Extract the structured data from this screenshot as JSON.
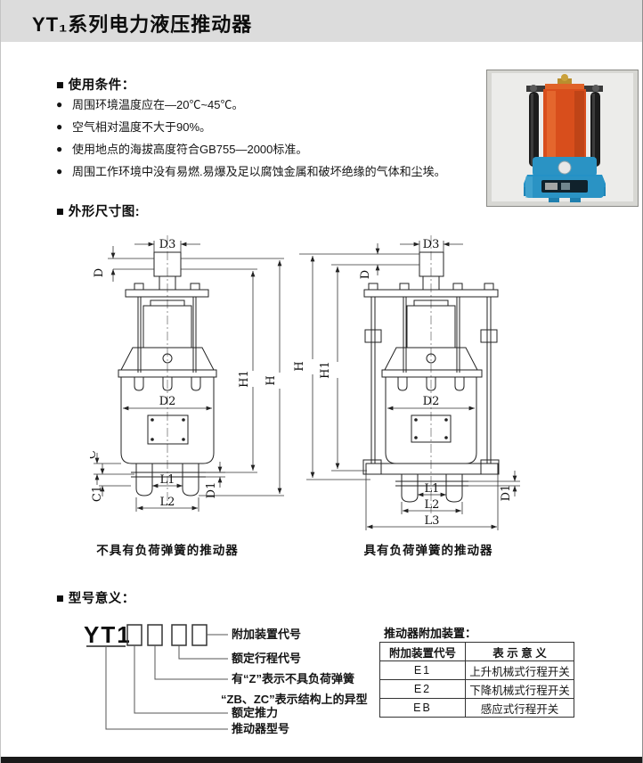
{
  "colors": {
    "header_band": "#dcdcdc",
    "footer_bar": "#1a1a1a",
    "drawing_line": "#222222",
    "product_blue": "#2a93c4",
    "product_orange": "#d84e1c"
  },
  "header": {
    "title": "YT₁系列电力液压推动器"
  },
  "usage": {
    "heading": "■ 使用条件：",
    "bullet_glyph": "●",
    "items": [
      "周围环境温度应在—20℃~45℃。",
      "空气相对温度不大于90%。",
      "使用地点的海拔高度符合GB755—2000标准。",
      "周围工作环境中没有易燃.易爆及足以腐蚀金属和破坏绝缘的气体和尘埃。"
    ]
  },
  "dimension_section": {
    "heading": "■ 外形尺寸图:",
    "figures": [
      {
        "caption": "不具有负荷弹簧的推动器",
        "labels": {
          "d3": "D3",
          "d": "D",
          "d2": "D2",
          "l1": "L1",
          "l2": "L2",
          "c": "C",
          "c1": "C1",
          "d1": "D1",
          "h1": "H1",
          "h": "H"
        }
      },
      {
        "caption": "具有负荷弹簧的推动器",
        "labels": {
          "d3": "D3",
          "d": "D",
          "d2": "D2",
          "l1": "L1",
          "l2": "L2",
          "l3": "L3",
          "d1": "D1",
          "h1": "H1",
          "h": "H"
        }
      }
    ]
  },
  "model_section": {
    "heading": "■ 型号意义：",
    "model_prefix": "YT1",
    "callouts": [
      "附加装置代号",
      "额定行程代号",
      "有“Z”表示不具负荷弹簧",
      "“ZB、ZC”表示结构上的异型",
      "额定推力",
      "推动器型号"
    ]
  },
  "attachments": {
    "title": "推动器附加装置：",
    "table": {
      "headers": [
        "附加装置代号",
        "表 示 意 义"
      ],
      "rows": [
        [
          "E1",
          "上升机械式行程开关"
        ],
        [
          "E2",
          "下降机械式行程开关"
        ],
        [
          "EB",
          "感应式行程开关"
        ]
      ]
    }
  }
}
